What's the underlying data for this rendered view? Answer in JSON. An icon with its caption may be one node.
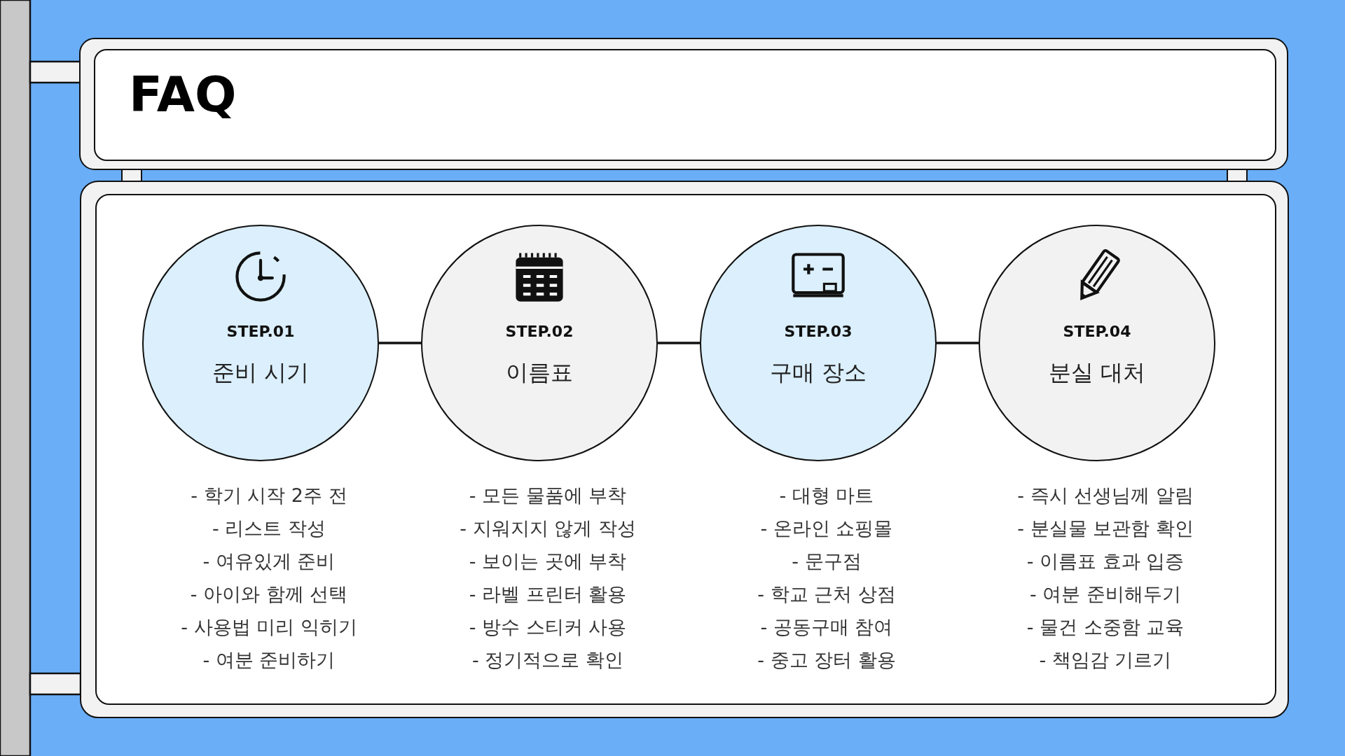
{
  "diagram": {
    "title": "FAQ",
    "nodes": [
      {
        "text": [
          "STEP.01",
          "준비 시기"
        ],
        "beside": [
          "- 학기 시작 2주 전",
          "- 리스트 작성",
          "- 여유있게 준비",
          "- 아이와 함께 선택",
          "- 사용법 미리 익히기",
          "- 여분 준비하기"
        ]
      },
      {
        "text": [
          "STEP.02",
          "이름표"
        ],
        "beside": [
          "- 모든 물품에 부착",
          "- 지워지지 않게 작성",
          "- 보이는 곳에 부착",
          "- 라벨 프린터 활용",
          "- 방수 스티커 사용",
          "- 정기적으로 확인"
        ]
      },
      {
        "text": [
          "STEP.03",
          "구매 장소"
        ],
        "beside": [
          "- 대형 마트",
          "- 온라인 쇼핑몰",
          "- 문구점",
          "- 학교 근처 상점",
          "- 공동구매 참여",
          "- 중고 장터 활용"
        ]
      },
      {
        "text": [
          "STEP.04",
          "분실 대처"
        ],
        "beside": [
          "- 즉시 선생님께 알림",
          "- 분실물 보관함 확인",
          "- 이름표 효과 입증",
          "- 여분 준비해두기",
          "- 물건 소중함 교육",
          "- 책임감 기르기"
        ]
      }
    ],
    "edges": [
      {
        "from": 0,
        "to": 1,
        "arrow": "none"
      },
      {
        "from": 1,
        "to": 2,
        "arrow": "none"
      },
      {
        "from": 2,
        "to": 3,
        "arrow": "none"
      }
    ]
  }
}
